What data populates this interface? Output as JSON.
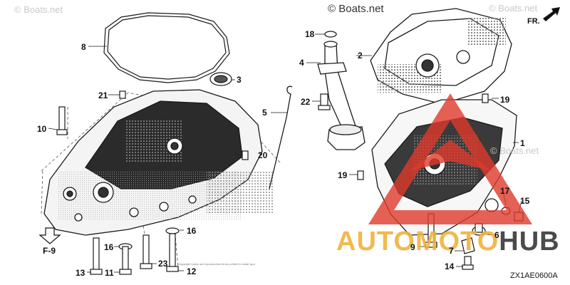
{
  "watermarks": {
    "site_1": "© Boats.net",
    "site_2": "© Boats.net",
    "site_3": "© Boats.net",
    "site_4": "© Boats.net"
  },
  "direction_label": "FR.",
  "view_label": "F-9",
  "diagram_code": "ZX1AE0600A",
  "fine_print": "Copyright notice and reproduction terms printed in small type.",
  "brand": {
    "part_1": "AUTO",
    "part_2": "MOTO",
    "part_3": "HUB"
  },
  "callouts": {
    "c1": "1",
    "c2": "2",
    "c3": "3",
    "c4": "4",
    "c5": "5",
    "c6": "6",
    "c7": "7",
    "c8": "8",
    "c9": "9",
    "c10": "10",
    "c11": "11",
    "c12": "12",
    "c13": "13",
    "c14": "14",
    "c15": "15",
    "c16a": "16",
    "c16b": "16",
    "c17": "17",
    "c18": "18",
    "c19a": "19",
    "c19b": "19",
    "c20": "20",
    "c21": "21",
    "c22": "22",
    "c23": "23"
  },
  "colors": {
    "line": "#1a1a1a",
    "logo_red": "#e0392b",
    "logo_orange": "#f0b23c"
  }
}
